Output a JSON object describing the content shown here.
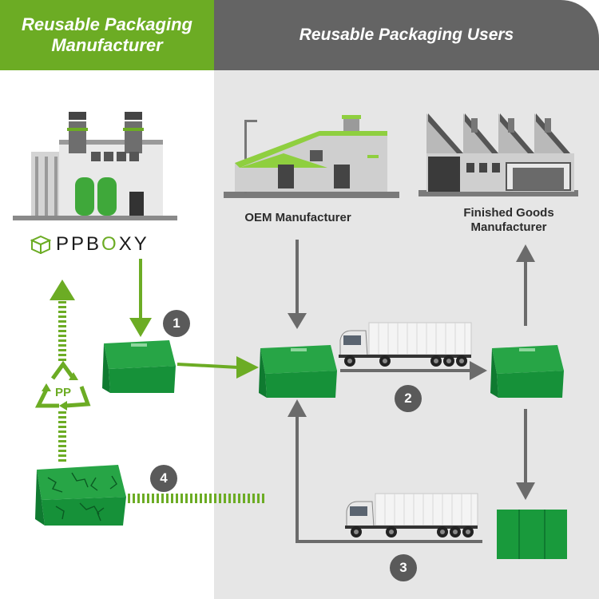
{
  "header": {
    "manufacturer_line1": "Reusable Packaging",
    "manufacturer_line2": "Manufacturer",
    "users_title": "Reusable Packaging Users"
  },
  "labels": {
    "oem": "OEM Manufacturer",
    "finished_line1": "Finished Goods",
    "finished_line2": "Manufacturer"
  },
  "logo": {
    "text_before": "PPB",
    "text_highlight": "O",
    "text_after": "XY"
  },
  "recycle": {
    "symbol_text": "PP"
  },
  "steps": [
    "1",
    "2",
    "3",
    "4"
  ],
  "colors": {
    "brand_green": "#6cac24",
    "box_green": "#199a3c",
    "header_gray": "#646464",
    "panel_gray": "#e6e6e6",
    "arrow_gray": "#6b6b6b",
    "badge_gray": "#5a5a5a"
  },
  "icons": [
    "factory-icon",
    "oem-building-icon",
    "finished-goods-factory-icon",
    "truck-icon",
    "recycle-pp-icon",
    "box-logo-icon"
  ]
}
